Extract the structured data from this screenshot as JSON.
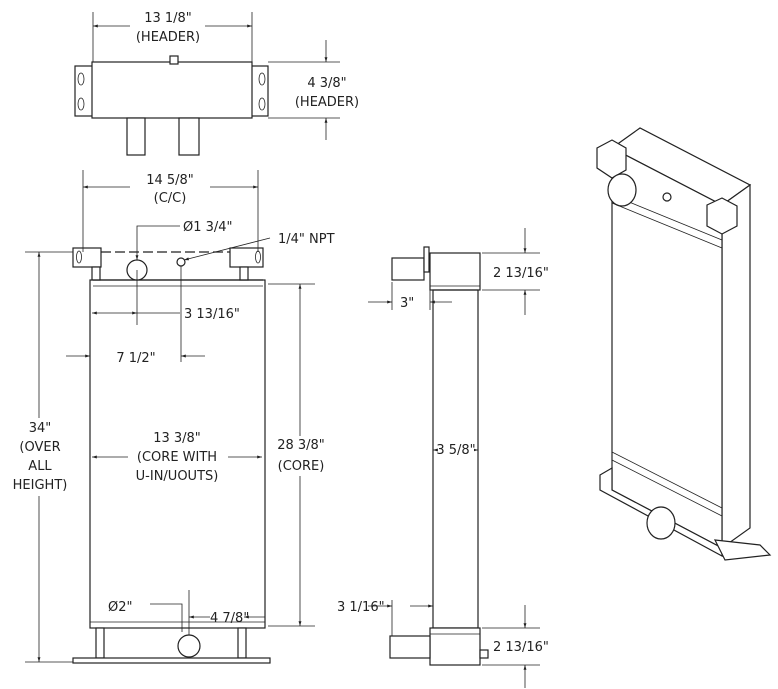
{
  "top_view": {
    "width": "13 1/8\"",
    "width_note": "(HEADER)",
    "depth": "4 3/8\"",
    "depth_note": "(HEADER)"
  },
  "front_view": {
    "cc": "14 5/8\"",
    "cc_note": "(C/C)",
    "inlet_dia": "Ø1 3/4\"",
    "npt": "1/4\" NPT",
    "inlet_offset": "3 13/16\"",
    "npt_offset": "7 1/2\"",
    "overall_height": [
      "34\"",
      "(OVER",
      "ALL",
      "HEIGHT)"
    ],
    "core_height": "28 3/8\"",
    "core_height_note": "(CORE)",
    "core_width": [
      "13 3/8\"",
      "(CORE WITH",
      "U-IN/UOUTS)"
    ],
    "outlet_offset": "4 7/8\"",
    "outlet_dia": "Ø2\""
  },
  "side_view": {
    "top_header": "2 13/16\"",
    "pipe_top": "3\"",
    "core_depth": "3 5/8\"",
    "pipe_bottom": "3 1/16\"",
    "bottom_header": "2 13/16\""
  }
}
